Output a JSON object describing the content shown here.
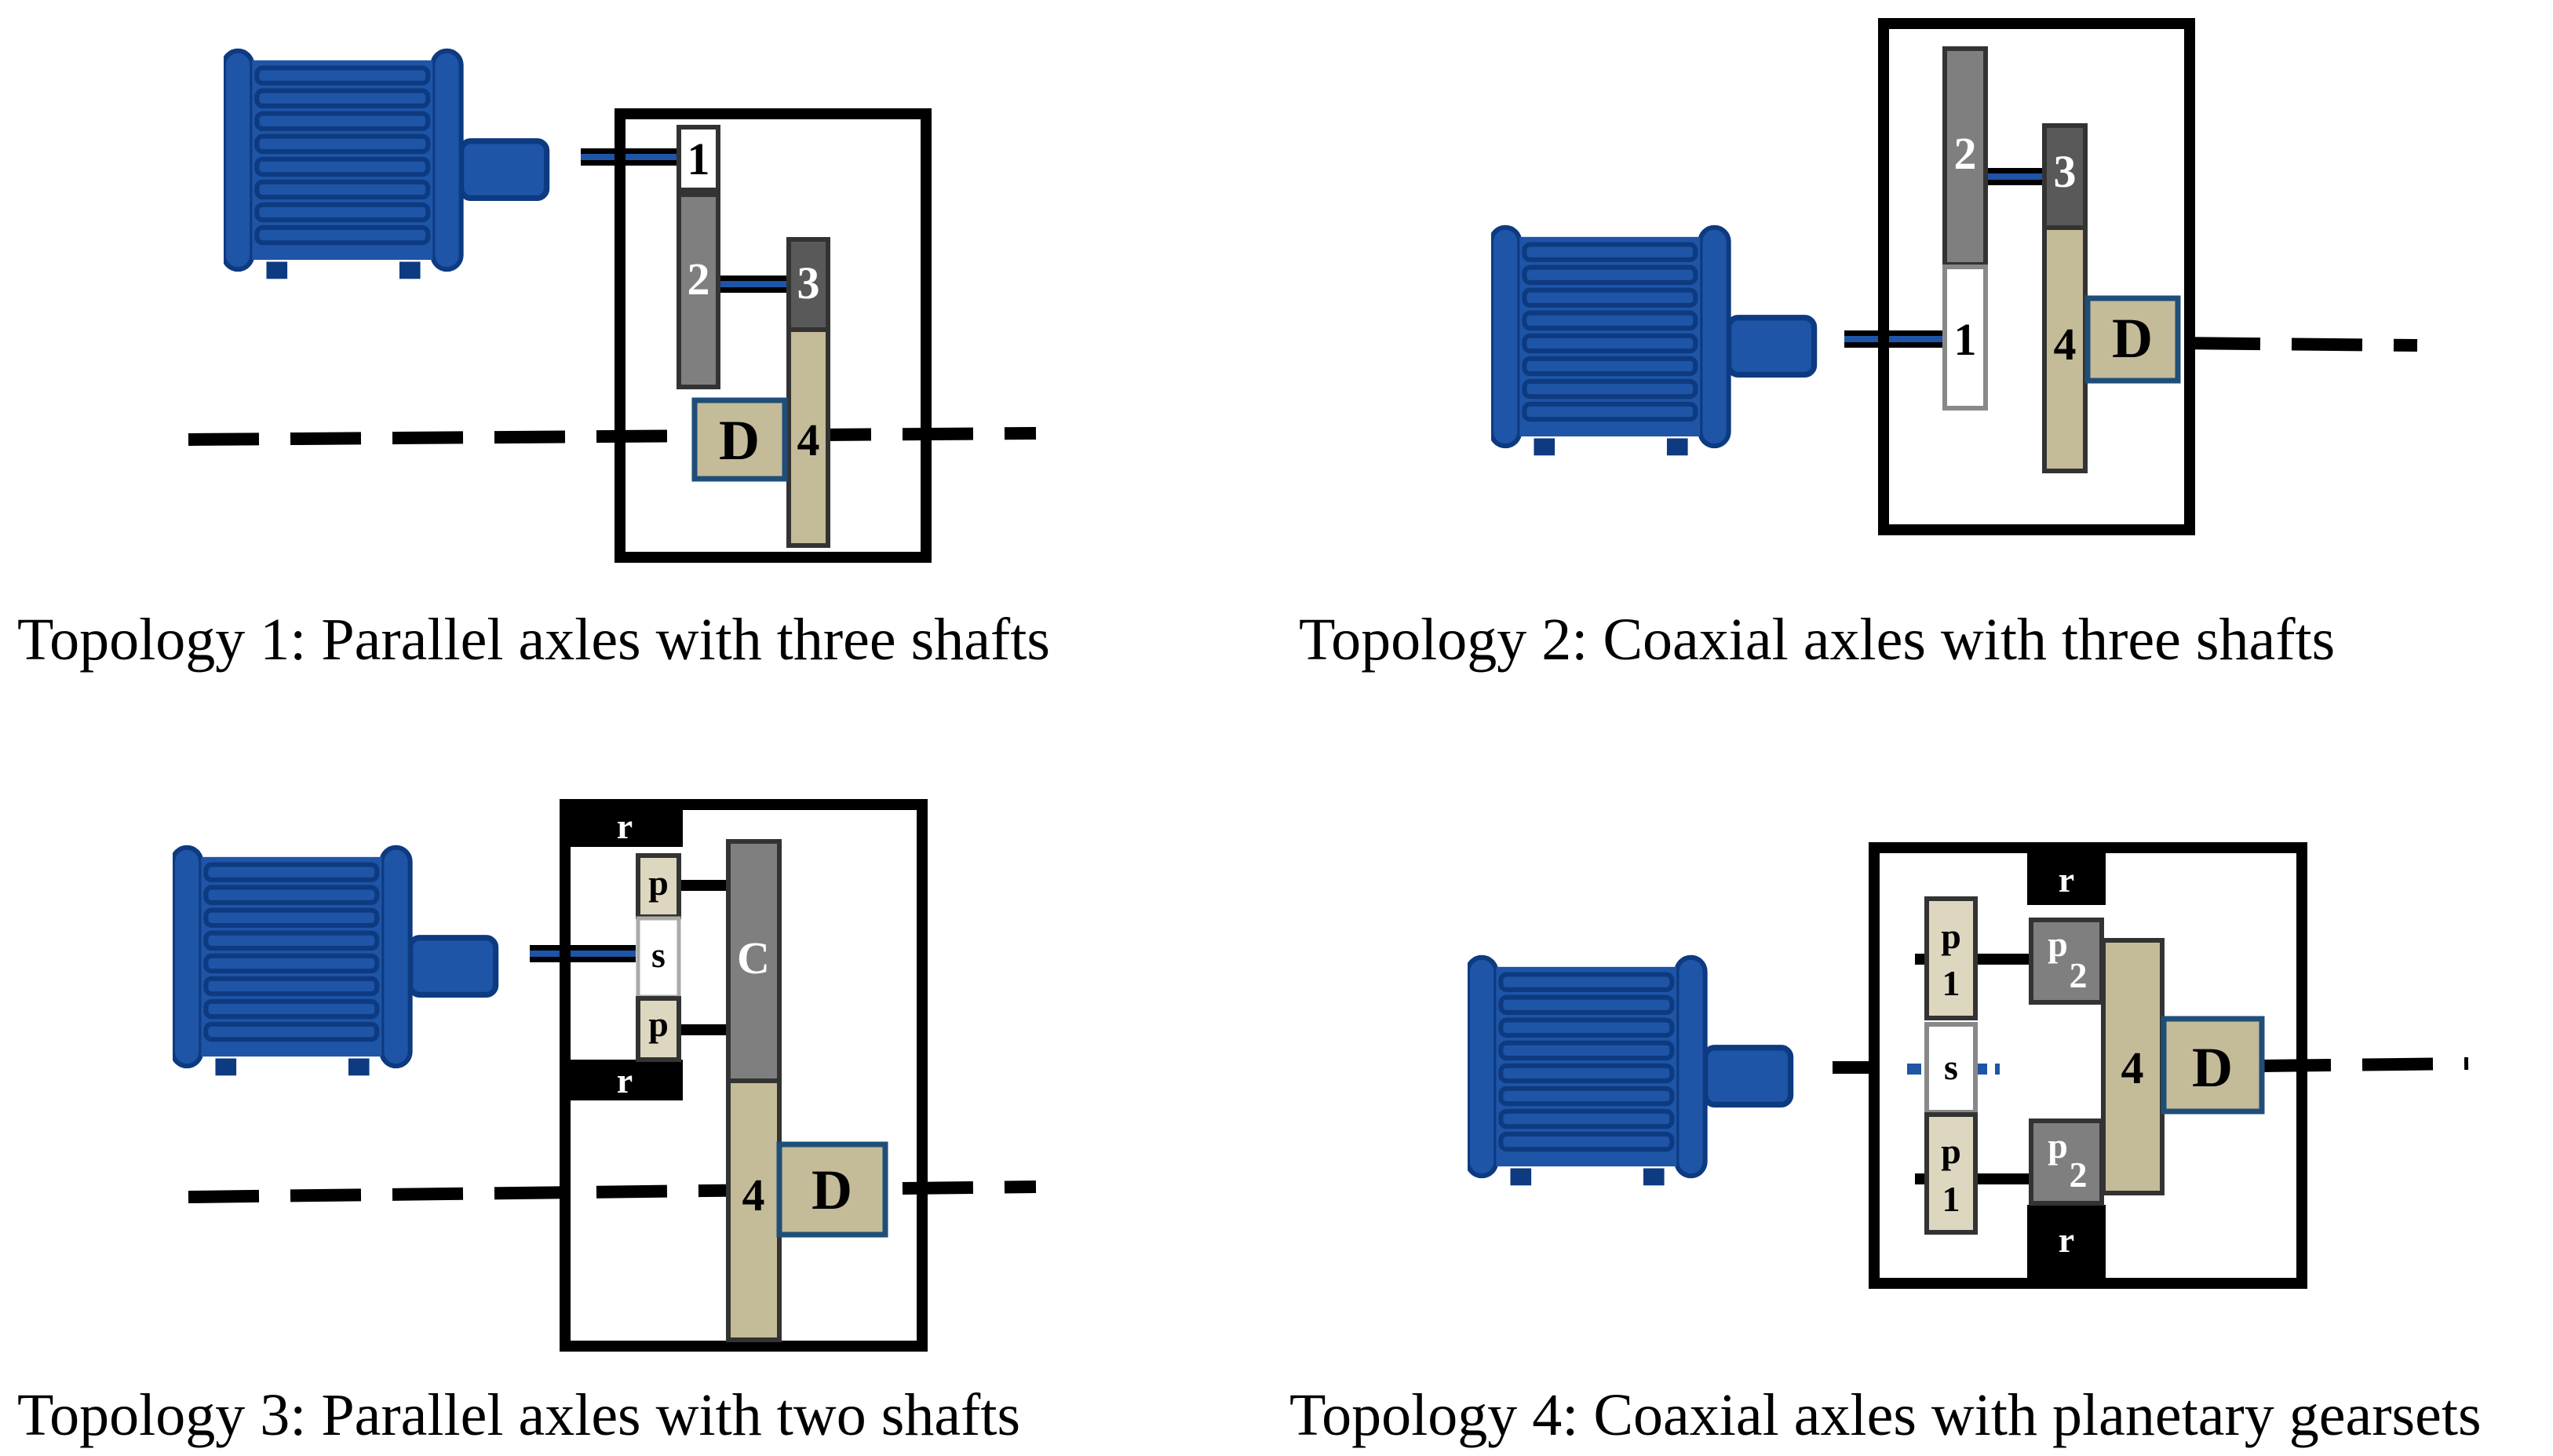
{
  "captions": {
    "t1": "Topology 1: Parallel axles with three shafts",
    "t2": "Topology 2: Coaxial axles with three shafts",
    "t3": "Topology 3: Parallel axles with two shafts",
    "t4": "Topology 4: Coaxial axles with planetary gearsets"
  },
  "labels": {
    "t1": {
      "g1": "1",
      "g2": "2",
      "g3": "3",
      "g4": "4",
      "diff": "D"
    },
    "t2": {
      "g1": "1",
      "g2": "2",
      "g3": "3",
      "g4": "4",
      "diff": "D"
    },
    "t3": {
      "ring_top": "r",
      "ring_bottom": "r",
      "planet_top": "p",
      "sun": "s",
      "planet_bottom": "p",
      "carrier": "C",
      "g4": "4",
      "diff": "D"
    },
    "t4": {
      "ring_top": "r",
      "ring_bottom": "r",
      "sun": "s",
      "g4": "4",
      "diff": "D",
      "p1_top_a": "p",
      "p1_top_b": "1",
      "p1_bot_a": "p",
      "p1_bot_b": "1",
      "p2_top_a": "p",
      "p2_top_b": "2",
      "p2_bot_a": "p",
      "p2_bot_b": "2"
    }
  },
  "colors": {
    "motor": "#1e55a6",
    "motor_fin": "#0d3a80",
    "gear_white": "#ffffff",
    "gear_gray": "#7f7f7f",
    "gear_dark": "#595959",
    "gear_tan": "#c4bb98",
    "gear_tan_light": "#ddd7c0",
    "diff": "#c4bb98",
    "diff_border": "#1f4e79",
    "housing": "#000000"
  },
  "icons": {
    "motor": "electric-motor-icon"
  }
}
